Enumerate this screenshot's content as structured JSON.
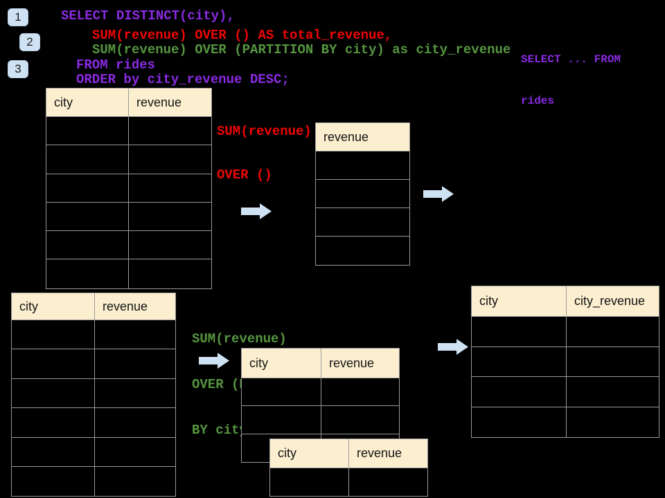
{
  "colors": {
    "background": "#000000",
    "code_purple": "#8A2BE2",
    "code_red": "#EE0505",
    "code_green": "#55963F",
    "table_header_fill": "#FBEFCF",
    "table_border": "#9B9B9B",
    "accent_blue": "#CFE2F3"
  },
  "badges": [
    {
      "label": "1"
    },
    {
      "label": "2"
    },
    {
      "label": "3"
    }
  ],
  "code": {
    "line1": "SELECT DISTINCT(city),",
    "line2": "SUM(revenue) OVER () AS total_revenue,",
    "line3": "SUM(revenue) OVER (PARTITION BY city) as city_revenue",
    "line4": "FROM rides",
    "line5": "ORDER by city_revenue DESC;"
  },
  "side_note": {
    "line1": "SELECT ... FROM",
    "line2": "rides"
  },
  "annotation_total": {
    "line1": "SUM(revenue)",
    "line2": "OVER ()"
  },
  "annotation_partition": {
    "line1": "SUM(revenue)",
    "line2": "OVER (PARTITION",
    "line3": "BY city)"
  },
  "tables": {
    "source_top": {
      "col1": "city",
      "col2": "revenue"
    },
    "total": {
      "col1": "revenue"
    },
    "source_bottom": {
      "col1": "city",
      "col2": "revenue"
    },
    "partition_back": {
      "col1": "city",
      "col2": "revenue"
    },
    "partition_front": {
      "col1": "city",
      "col2": "revenue"
    },
    "result": {
      "col1": "city",
      "col2": "city_revenue"
    }
  },
  "icons": {
    "flow_arrow": "right-arrow"
  }
}
